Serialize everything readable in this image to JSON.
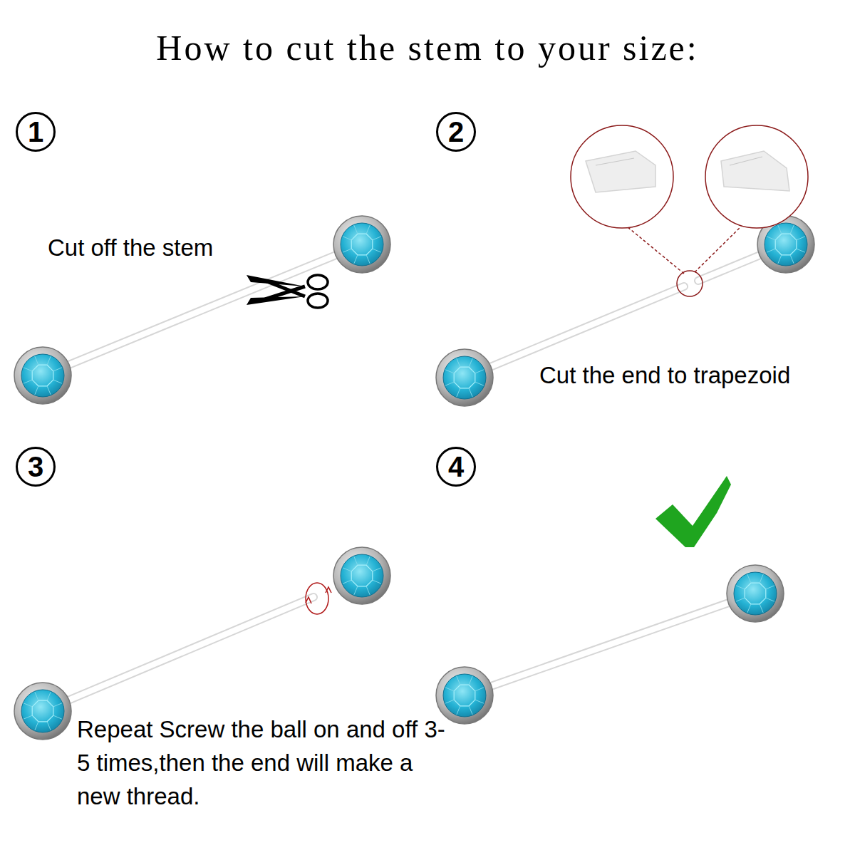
{
  "diagram": {
    "title": "How to cut the stem to your size:",
    "nodes": [
      {
        "text": [
          "1"
        ]
      },
      {
        "text": [
          "2"
        ]
      },
      {
        "text": [
          "3"
        ]
      },
      {
        "text": [
          "4"
        ]
      }
    ],
    "labels": [
      "Cut off the stem",
      "Cut the end to trapezoid",
      "Repeat Screw the ball on and off 3-5 times,then the end will make a new thread."
    ]
  }
}
